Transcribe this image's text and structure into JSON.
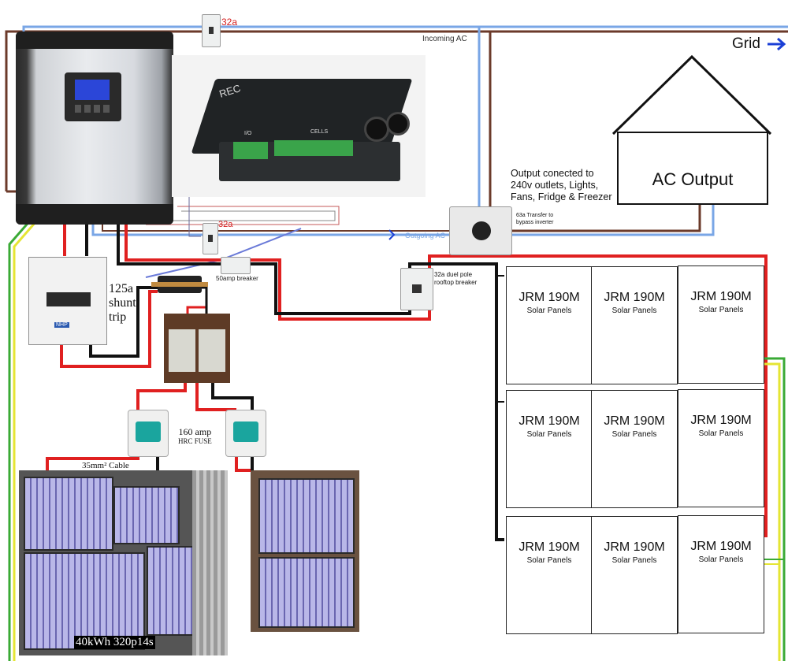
{
  "labels": {
    "breaker_top": "32a",
    "incoming_ac": "Incoming AC",
    "grid": "Grid",
    "breaker_mid": "32a",
    "breaker_50a": "50amp breaker",
    "outgoing_ac": "Outgoing AC",
    "output_desc": [
      "Output conected to",
      "240v outlets, Lights,",
      "Fans, Fridge & Freezer"
    ],
    "ac_output": "AC Output",
    "transfer": [
      "63a Transfer to",
      "bypass inverter"
    ],
    "rooftop_breaker": [
      "32a duel pole",
      "rooftop breaker"
    ],
    "shunt_trip": [
      "125a",
      "shunt",
      "trip"
    ],
    "hrc_fuse": [
      "160 amp",
      "HRC FUSE"
    ],
    "cable": "35mm²  Cable",
    "battery": "40kWh 320p14s",
    "bms_brand": "REC",
    "bms_io": "I/O",
    "bms_cells": "CELLS",
    "breaker_brand": "NHP"
  },
  "panels": [
    {
      "title": "JRM 190M",
      "sub": "Solar Panels"
    },
    {
      "title": "JRM 190M",
      "sub": "Solar Panels"
    },
    {
      "title": "JRM 190M",
      "sub": "Solar Panels"
    },
    {
      "title": "JRM 190M",
      "sub": "Solar Panels"
    },
    {
      "title": "JRM 190M",
      "sub": "Solar Panels"
    },
    {
      "title": "JRM 190M",
      "sub": "Solar Panels"
    },
    {
      "title": "JRM 190M",
      "sub": "Solar Panels"
    },
    {
      "title": "JRM 190M",
      "sub": "Solar Panels"
    },
    {
      "title": "JRM 190M",
      "sub": "Solar Panels"
    }
  ],
  "colors": {
    "ac_live": "#6b3a2a",
    "ac_neutral": "#79a6e6",
    "dc_pos": "#e02020",
    "dc_neg": "#111111",
    "earth_green": "#3aaa35",
    "earth_yellow": "#e5e533",
    "grid_arrow": "#1a3fd6",
    "label_red": "#d62020"
  }
}
